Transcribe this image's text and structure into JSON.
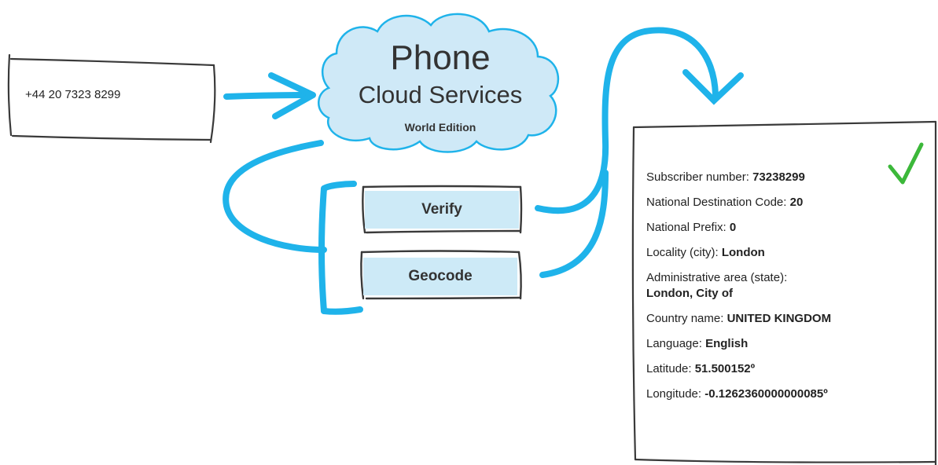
{
  "input": {
    "phone_number": "+44 20 7323 8299"
  },
  "cloud": {
    "title": "Phone",
    "subtitle": "Cloud Services",
    "edition": "World Edition"
  },
  "actions": {
    "verify_label": "Verify",
    "geocode_label": "Geocode"
  },
  "results": {
    "subscriber_label": "Subscriber number:",
    "subscriber_value": "73238299",
    "ndc_label": "National Destination Code:",
    "ndc_value": "20",
    "prefix_label": "National Prefix:",
    "prefix_value": "0",
    "locality_label": "Locality (city):",
    "locality_value": "London",
    "admin_label": "Administrative area (state):",
    "admin_value": "London, City of",
    "country_label": "Country name:",
    "country_value": "UNITED KINGDOM",
    "language_label": "Language:",
    "language_value": "English",
    "latitude_label": "Latitude:",
    "latitude_value": "51.500152º",
    "longitude_label": "Longitude:",
    "longitude_value": "-0.1262360000000085º"
  },
  "colors": {
    "accent": "#1fb3ea",
    "cloud_fill": "#cfe9f7",
    "button_fill": "#cdeaf7",
    "check": "#3cb83a",
    "outline": "#3a3a3a"
  },
  "icons": {
    "status": "checkmark-icon"
  }
}
